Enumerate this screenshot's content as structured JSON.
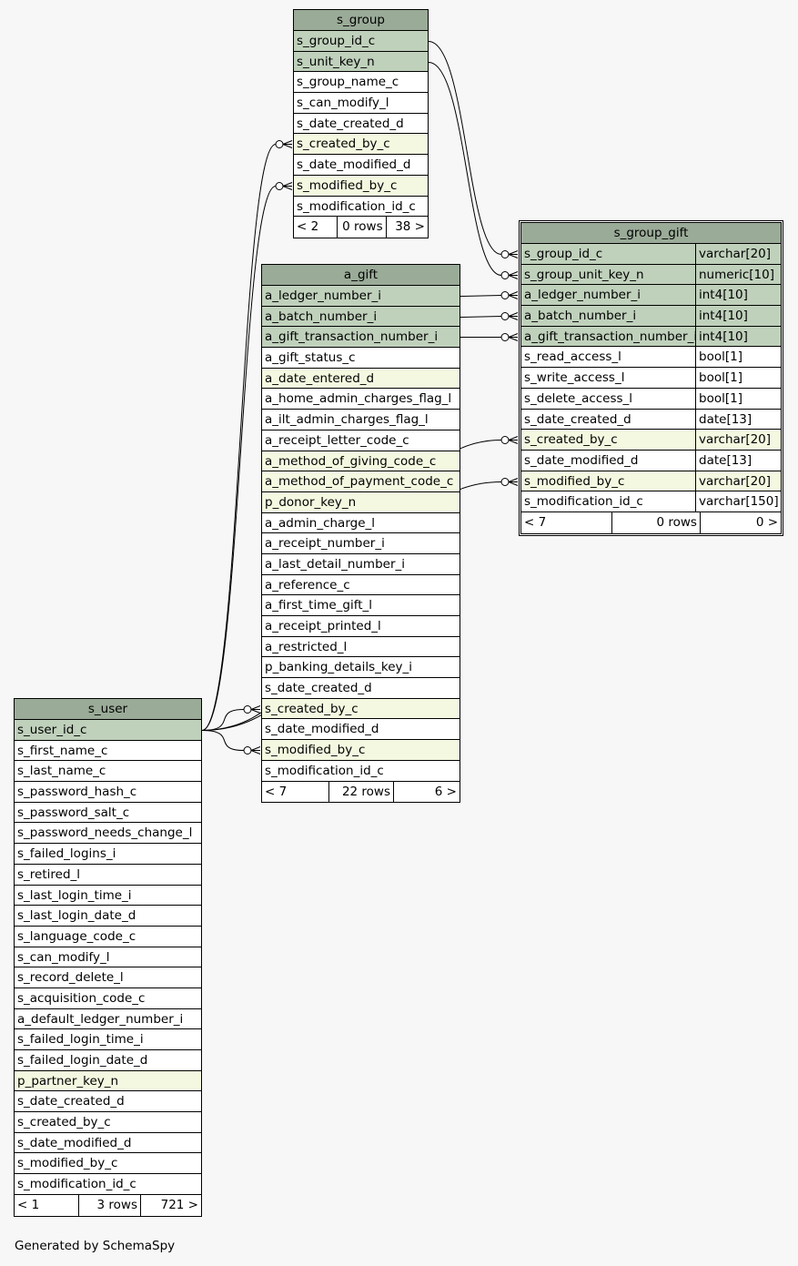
{
  "tables": {
    "s_group": {
      "name": "s_group",
      "columns": [
        {
          "name": "s_group_id_c",
          "kind": "pk"
        },
        {
          "name": "s_unit_key_n",
          "kind": "pk"
        },
        {
          "name": "s_group_name_c",
          "kind": ""
        },
        {
          "name": "s_can_modify_l",
          "kind": ""
        },
        {
          "name": "s_date_created_d",
          "kind": ""
        },
        {
          "name": "s_created_by_c",
          "kind": "fk"
        },
        {
          "name": "s_date_modified_d",
          "kind": ""
        },
        {
          "name": "s_modified_by_c",
          "kind": "fk"
        },
        {
          "name": "s_modification_id_c",
          "kind": ""
        }
      ],
      "footer": {
        "parents": "< 2",
        "rows": "0 rows",
        "children": "38 >"
      }
    },
    "a_gift": {
      "name": "a_gift",
      "columns": [
        {
          "name": "a_ledger_number_i",
          "kind": "pk"
        },
        {
          "name": "a_batch_number_i",
          "kind": "pk"
        },
        {
          "name": "a_gift_transaction_number_i",
          "kind": "pk"
        },
        {
          "name": "a_gift_status_c",
          "kind": ""
        },
        {
          "name": "a_date_entered_d",
          "kind": "fk"
        },
        {
          "name": "a_home_admin_charges_flag_l",
          "kind": ""
        },
        {
          "name": "a_ilt_admin_charges_flag_l",
          "kind": ""
        },
        {
          "name": "a_receipt_letter_code_c",
          "kind": ""
        },
        {
          "name": "a_method_of_giving_code_c",
          "kind": "fk"
        },
        {
          "name": "a_method_of_payment_code_c",
          "kind": "fk"
        },
        {
          "name": "p_donor_key_n",
          "kind": "fk"
        },
        {
          "name": "a_admin_charge_l",
          "kind": ""
        },
        {
          "name": "a_receipt_number_i",
          "kind": ""
        },
        {
          "name": "a_last_detail_number_i",
          "kind": ""
        },
        {
          "name": "a_reference_c",
          "kind": ""
        },
        {
          "name": "a_first_time_gift_l",
          "kind": ""
        },
        {
          "name": "a_receipt_printed_l",
          "kind": ""
        },
        {
          "name": "a_restricted_l",
          "kind": ""
        },
        {
          "name": "p_banking_details_key_i",
          "kind": ""
        },
        {
          "name": "s_date_created_d",
          "kind": ""
        },
        {
          "name": "s_created_by_c",
          "kind": "fk"
        },
        {
          "name": "s_date_modified_d",
          "kind": ""
        },
        {
          "name": "s_modified_by_c",
          "kind": "fk"
        },
        {
          "name": "s_modification_id_c",
          "kind": ""
        }
      ],
      "footer": {
        "parents": "< 7",
        "rows": "22 rows",
        "children": "6 >"
      }
    },
    "s_group_gift": {
      "name": "s_group_gift",
      "columns": [
        {
          "name": "s_group_id_c",
          "type": "varchar[20]",
          "kind": "pk"
        },
        {
          "name": "s_group_unit_key_n",
          "type": "numeric[10]",
          "kind": "pk"
        },
        {
          "name": "a_ledger_number_i",
          "type": "int4[10]",
          "kind": "pk"
        },
        {
          "name": "a_batch_number_i",
          "type": "int4[10]",
          "kind": "pk"
        },
        {
          "name": "a_gift_transaction_number_i",
          "type": "int4[10]",
          "kind": "pk"
        },
        {
          "name": "s_read_access_l",
          "type": "bool[1]",
          "kind": ""
        },
        {
          "name": "s_write_access_l",
          "type": "bool[1]",
          "kind": ""
        },
        {
          "name": "s_delete_access_l",
          "type": "bool[1]",
          "kind": ""
        },
        {
          "name": "s_date_created_d",
          "type": "date[13]",
          "kind": ""
        },
        {
          "name": "s_created_by_c",
          "type": "varchar[20]",
          "kind": "fk"
        },
        {
          "name": "s_date_modified_d",
          "type": "date[13]",
          "kind": ""
        },
        {
          "name": "s_modified_by_c",
          "type": "varchar[20]",
          "kind": "fk"
        },
        {
          "name": "s_modification_id_c",
          "type": "varchar[150]",
          "kind": ""
        }
      ],
      "footer": {
        "parents": "< 7",
        "rows": "0 rows",
        "children": "0 >"
      }
    },
    "s_user": {
      "name": "s_user",
      "columns": [
        {
          "name": "s_user_id_c",
          "kind": "pk"
        },
        {
          "name": "s_first_name_c",
          "kind": ""
        },
        {
          "name": "s_last_name_c",
          "kind": ""
        },
        {
          "name": "s_password_hash_c",
          "kind": ""
        },
        {
          "name": "s_password_salt_c",
          "kind": ""
        },
        {
          "name": "s_password_needs_change_l",
          "kind": ""
        },
        {
          "name": "s_failed_logins_i",
          "kind": ""
        },
        {
          "name": "s_retired_l",
          "kind": ""
        },
        {
          "name": "s_last_login_time_i",
          "kind": ""
        },
        {
          "name": "s_last_login_date_d",
          "kind": ""
        },
        {
          "name": "s_language_code_c",
          "kind": ""
        },
        {
          "name": "s_can_modify_l",
          "kind": ""
        },
        {
          "name": "s_record_delete_l",
          "kind": ""
        },
        {
          "name": "s_acquisition_code_c",
          "kind": ""
        },
        {
          "name": "a_default_ledger_number_i",
          "kind": ""
        },
        {
          "name": "s_failed_login_time_i",
          "kind": ""
        },
        {
          "name": "s_failed_login_date_d",
          "kind": ""
        },
        {
          "name": "p_partner_key_n",
          "kind": "fk"
        },
        {
          "name": "s_date_created_d",
          "kind": ""
        },
        {
          "name": "s_created_by_c",
          "kind": ""
        },
        {
          "name": "s_date_modified_d",
          "kind": ""
        },
        {
          "name": "s_modified_by_c",
          "kind": ""
        },
        {
          "name": "s_modification_id_c",
          "kind": ""
        }
      ],
      "footer": {
        "parents": "< 1",
        "rows": "3 rows",
        "children": "721 >"
      }
    }
  },
  "relationships": [
    {
      "from": "s_group.s_group_id_c",
      "to": "s_group_gift.s_group_id_c"
    },
    {
      "from": "s_group.s_unit_key_n",
      "to": "s_group_gift.s_group_unit_key_n"
    },
    {
      "from": "a_gift.a_ledger_number_i",
      "to": "s_group_gift.a_ledger_number_i"
    },
    {
      "from": "a_gift.a_batch_number_i",
      "to": "s_group_gift.a_batch_number_i"
    },
    {
      "from": "a_gift.a_gift_transaction_number_i",
      "to": "s_group_gift.a_gift_transaction_number_i"
    },
    {
      "from": "s_user.s_user_id_c",
      "to": "s_group.s_created_by_c"
    },
    {
      "from": "s_user.s_user_id_c",
      "to": "s_group.s_modified_by_c"
    },
    {
      "from": "s_user.s_user_id_c",
      "to": "a_gift.s_created_by_c"
    },
    {
      "from": "s_user.s_user_id_c",
      "to": "a_gift.s_modified_by_c"
    },
    {
      "from": "s_user.s_user_id_c",
      "to": "s_group_gift.s_created_by_c"
    },
    {
      "from": "s_user.s_user_id_c",
      "to": "s_group_gift.s_modified_by_c"
    }
  ],
  "colors": {
    "header": "#9aab98",
    "primary_key": "#bfd0bb",
    "foreign_key": "#f5f8e0"
  },
  "generated_by": "Generated by SchemaSpy"
}
